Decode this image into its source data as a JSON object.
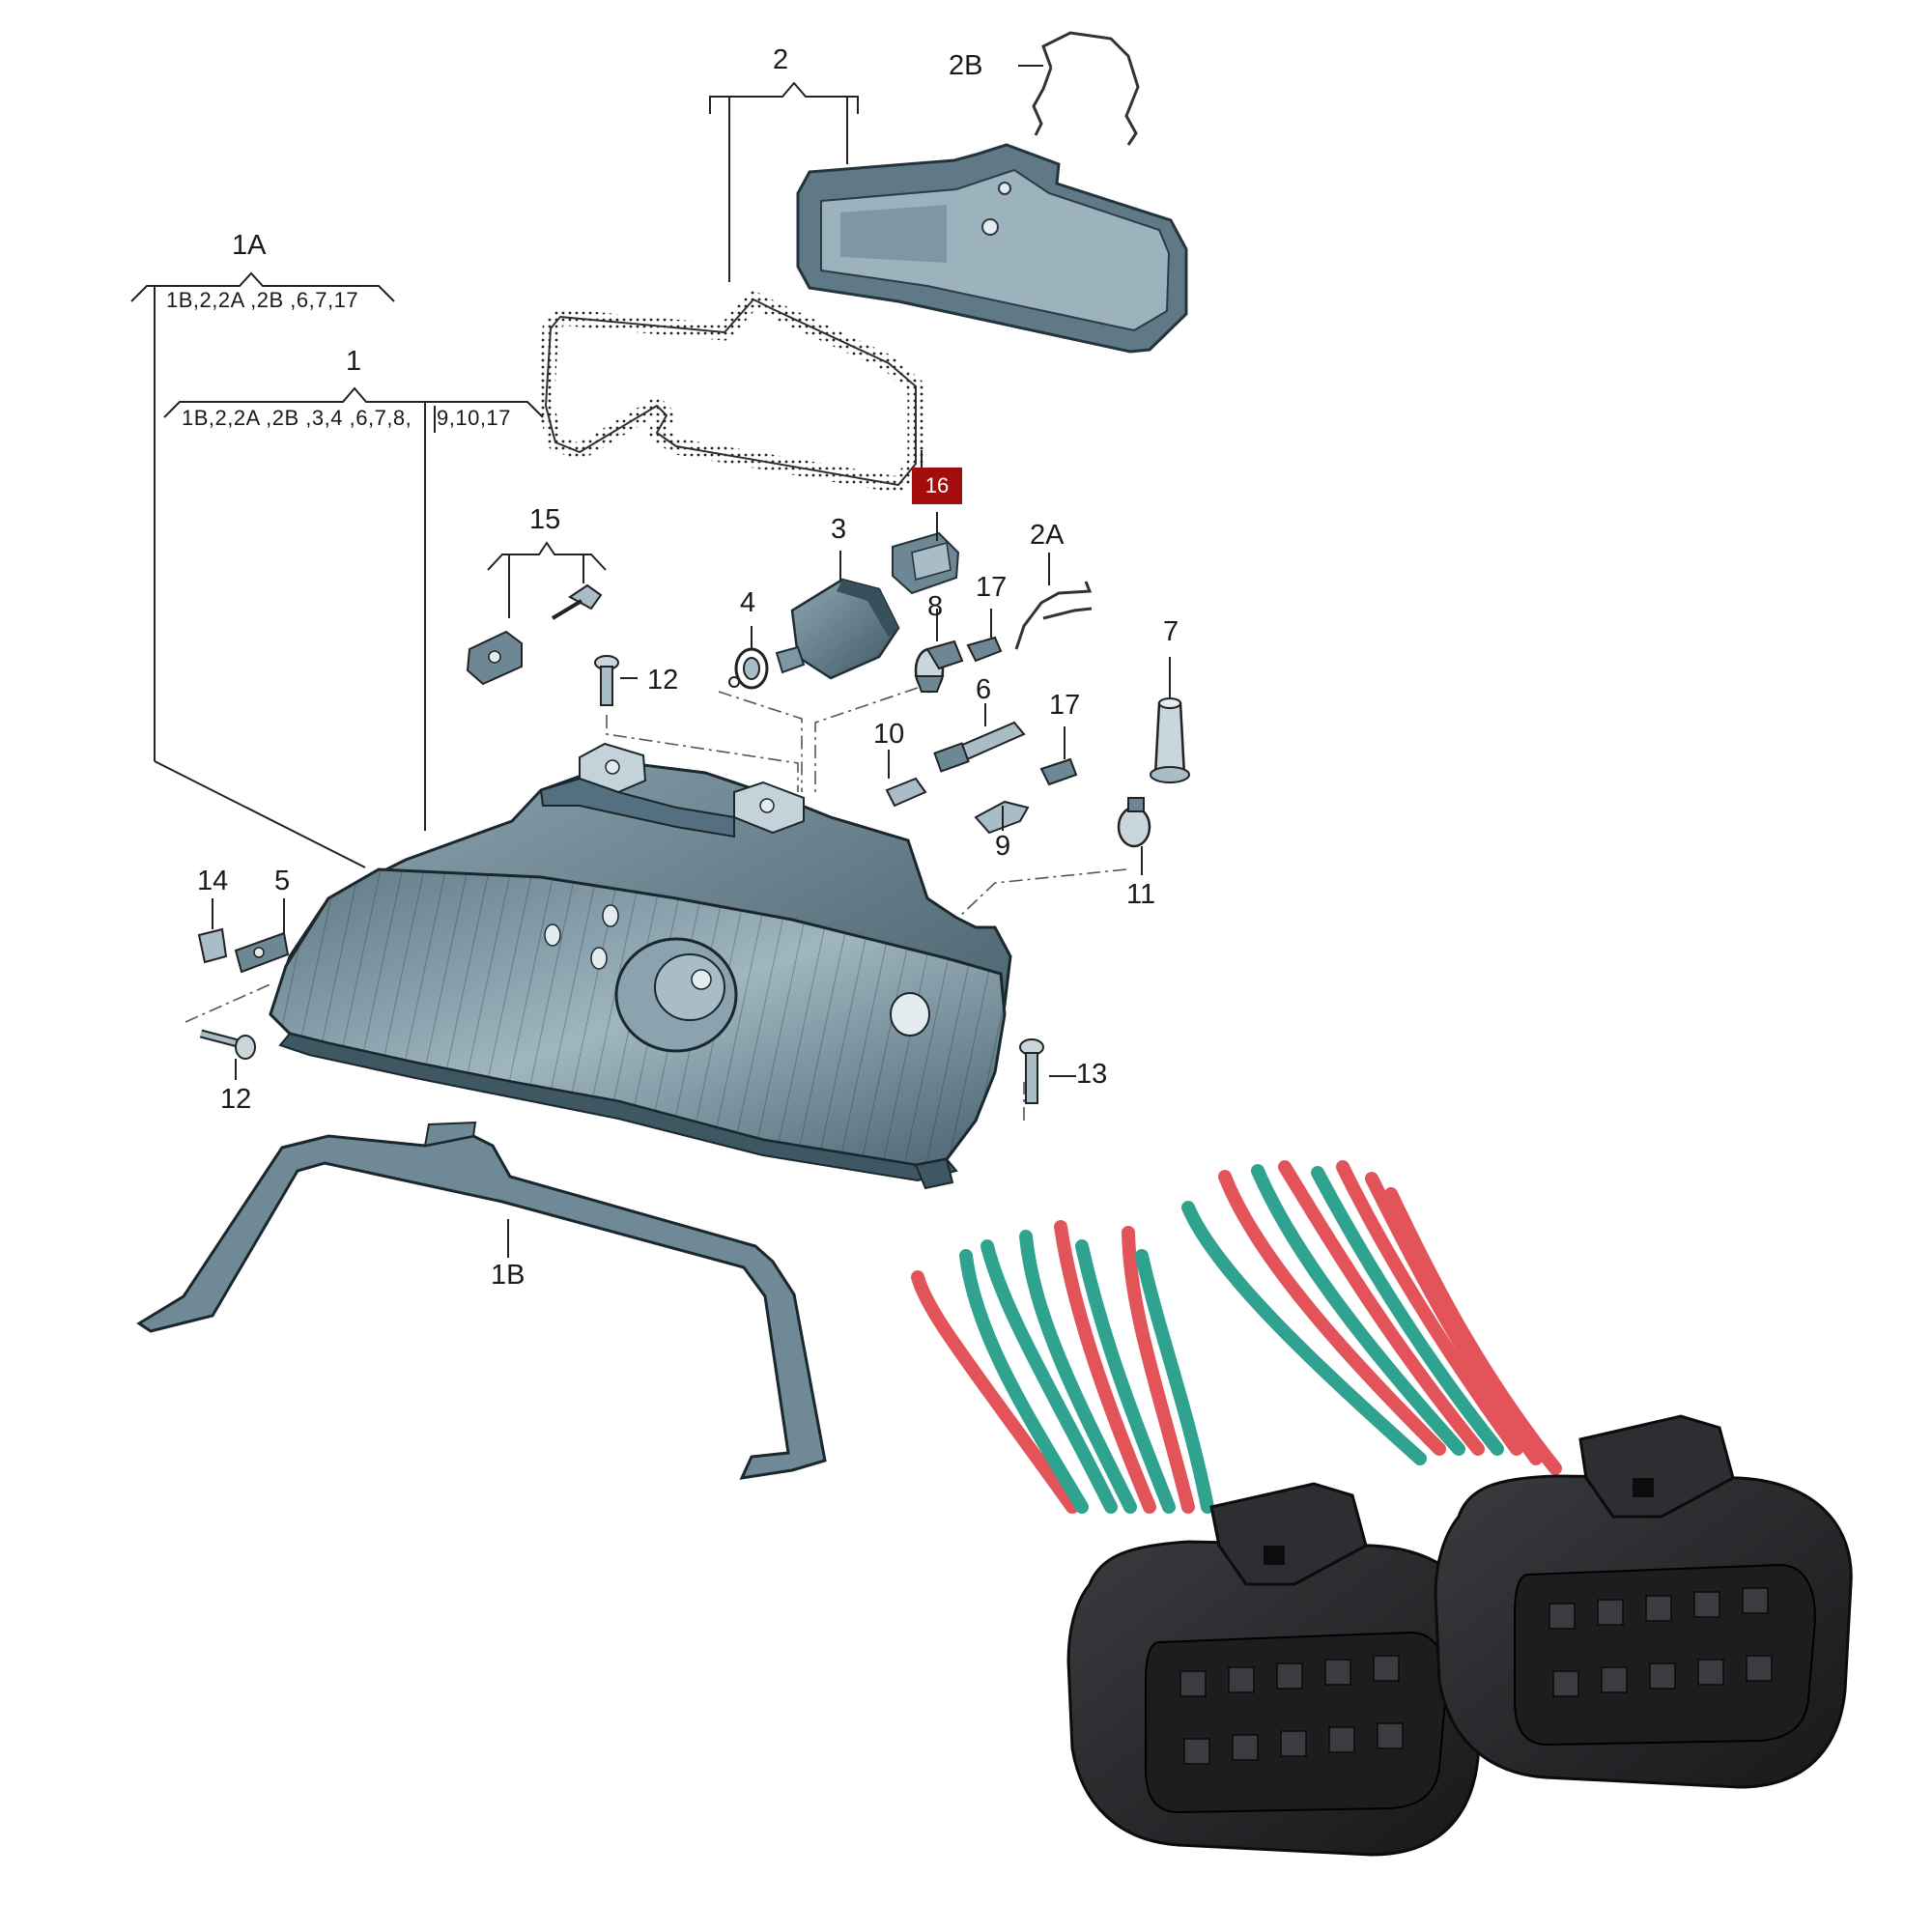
{
  "diagram": {
    "highlight_color": "#a30d0d",
    "line_color": "#3a3a3a",
    "part_fill": "#6f8a96",
    "labels": {
      "p1": "1",
      "p1A": "1A",
      "p1B": "1B",
      "p2": "2",
      "p2A": "2A",
      "p2B": "2B",
      "p3": "3",
      "p4": "4",
      "p5": "5",
      "p6": "6",
      "p7": "7",
      "p8": "8",
      "p9": "9",
      "p10": "10",
      "p11": "11",
      "p12a": "12",
      "p12b": "12",
      "p13": "13",
      "p14": "14",
      "p15": "15",
      "p16": "16",
      "p17a": "17",
      "p17b": "17"
    },
    "group_1A_members": "1B,2,2A ,2B ,6,7,17",
    "group_1_members_a": "1B,2,2A ,2B ,3,4 ,6,7,8,",
    "group_1_members_b": "9,10,17"
  },
  "photo": {
    "wire_colors": [
      "#e2545a",
      "#2fa38f"
    ],
    "connector_color": "#2b2c2e",
    "connector_count": 2,
    "pins_per_connector": 10
  }
}
